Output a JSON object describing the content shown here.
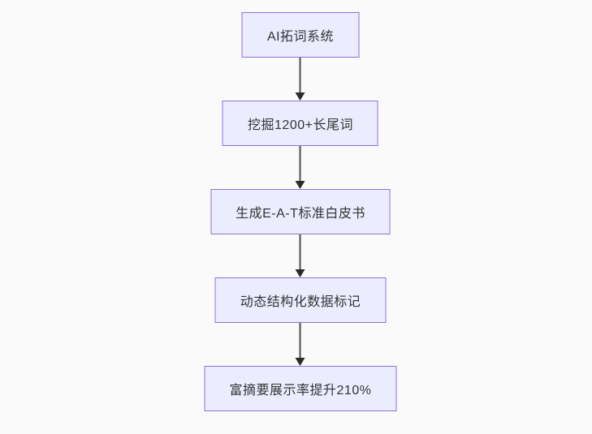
{
  "diagram": {
    "type": "flowchart",
    "direction": "top-down",
    "nodes": [
      {
        "id": "step-1",
        "label": "AI拓词系统"
      },
      {
        "id": "step-2",
        "label": "挖掘1200+长尾词"
      },
      {
        "id": "step-3",
        "label": "生成E-A-T标准白皮书"
      },
      {
        "id": "step-4",
        "label": "动态结构化数据标记"
      },
      {
        "id": "step-5",
        "label": "富摘要展示率提升210%"
      }
    ],
    "edges": [
      {
        "from": "step-1",
        "to": "step-2"
      },
      {
        "from": "step-2",
        "to": "step-3"
      },
      {
        "from": "step-3",
        "to": "step-4"
      },
      {
        "from": "step-4",
        "to": "step-5"
      }
    ],
    "colors": {
      "node_fill": "#ECECFF",
      "node_border": "#9370DB",
      "node_text": "#333333",
      "edge_line": "#4d4d4d",
      "arrowhead": "#2b2b2b",
      "background": "#fafafa"
    }
  }
}
